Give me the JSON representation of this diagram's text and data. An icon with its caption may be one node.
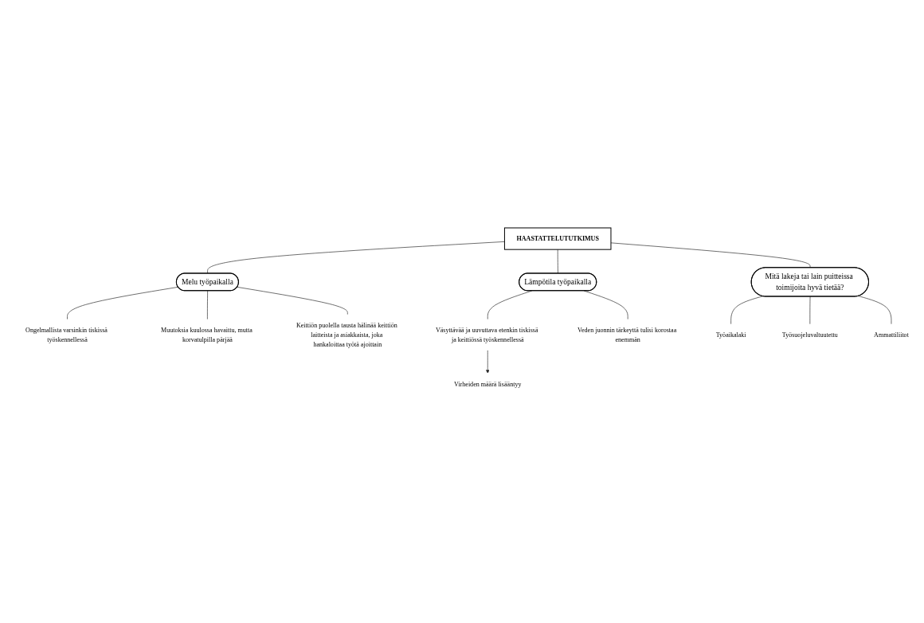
{
  "diagram": {
    "nodes": [
      {
        "text": [
          "HAASTATTELUTUTKIMUS"
        ]
      },
      {
        "text": [
          "Melu työpaikalla"
        ]
      },
      {
        "text": [
          "Lämpötila työpaikalla"
        ]
      },
      {
        "text": [
          "Mitä lakeja tai lain puitteissa toimijoita hyvä tietää?"
        ]
      },
      {
        "text": [
          "Ongelmallista varsinkin tiskissä työskennellessä"
        ]
      },
      {
        "text": [
          "Muutoksia kuulossa havaittu, mutta korvatulpilla pärjää"
        ]
      },
      {
        "text": [
          "Keittiön puolella tausta hälinää keittiön laitteista ja asiakkaista, joka hankaloittaa työtä ajoittain"
        ]
      },
      {
        "text": [
          "Virheiden määrä lisääntyy"
        ]
      },
      {
        "text": [
          "Väsyttävää ja uuvuttava etenkin tiskissä ja keittiössä työskennellessä"
        ]
      },
      {
        "text": [
          "Veden juonnin tärkeyttä tulisi korostaa enemmän"
        ]
      },
      {
        "text": [
          "Työaikalaki"
        ]
      },
      {
        "text": [
          "Työsuojeluvaltuutettu"
        ]
      },
      {
        "text": [
          "Ammattiliitot"
        ]
      }
    ],
    "edges": [
      {
        "from": 0,
        "to": 1,
        "arrow": "none"
      },
      {
        "from": 0,
        "to": 2,
        "arrow": "none"
      },
      {
        "from": 0,
        "to": 3,
        "arrow": "none"
      },
      {
        "from": 1,
        "to": 4,
        "arrow": "none"
      },
      {
        "from": 1,
        "to": 5,
        "arrow": "none"
      },
      {
        "from": 1,
        "to": 6,
        "arrow": "none"
      },
      {
        "from": 2,
        "to": 8,
        "arrow": "none"
      },
      {
        "from": 8,
        "to": 7,
        "arrow": "to"
      },
      {
        "from": 2,
        "to": 9,
        "arrow": "none"
      },
      {
        "from": 3,
        "to": 10,
        "arrow": "none"
      },
      {
        "from": 3,
        "to": 11,
        "arrow": "none"
      },
      {
        "from": 3,
        "to": 12,
        "arrow": "none"
      }
    ]
  }
}
